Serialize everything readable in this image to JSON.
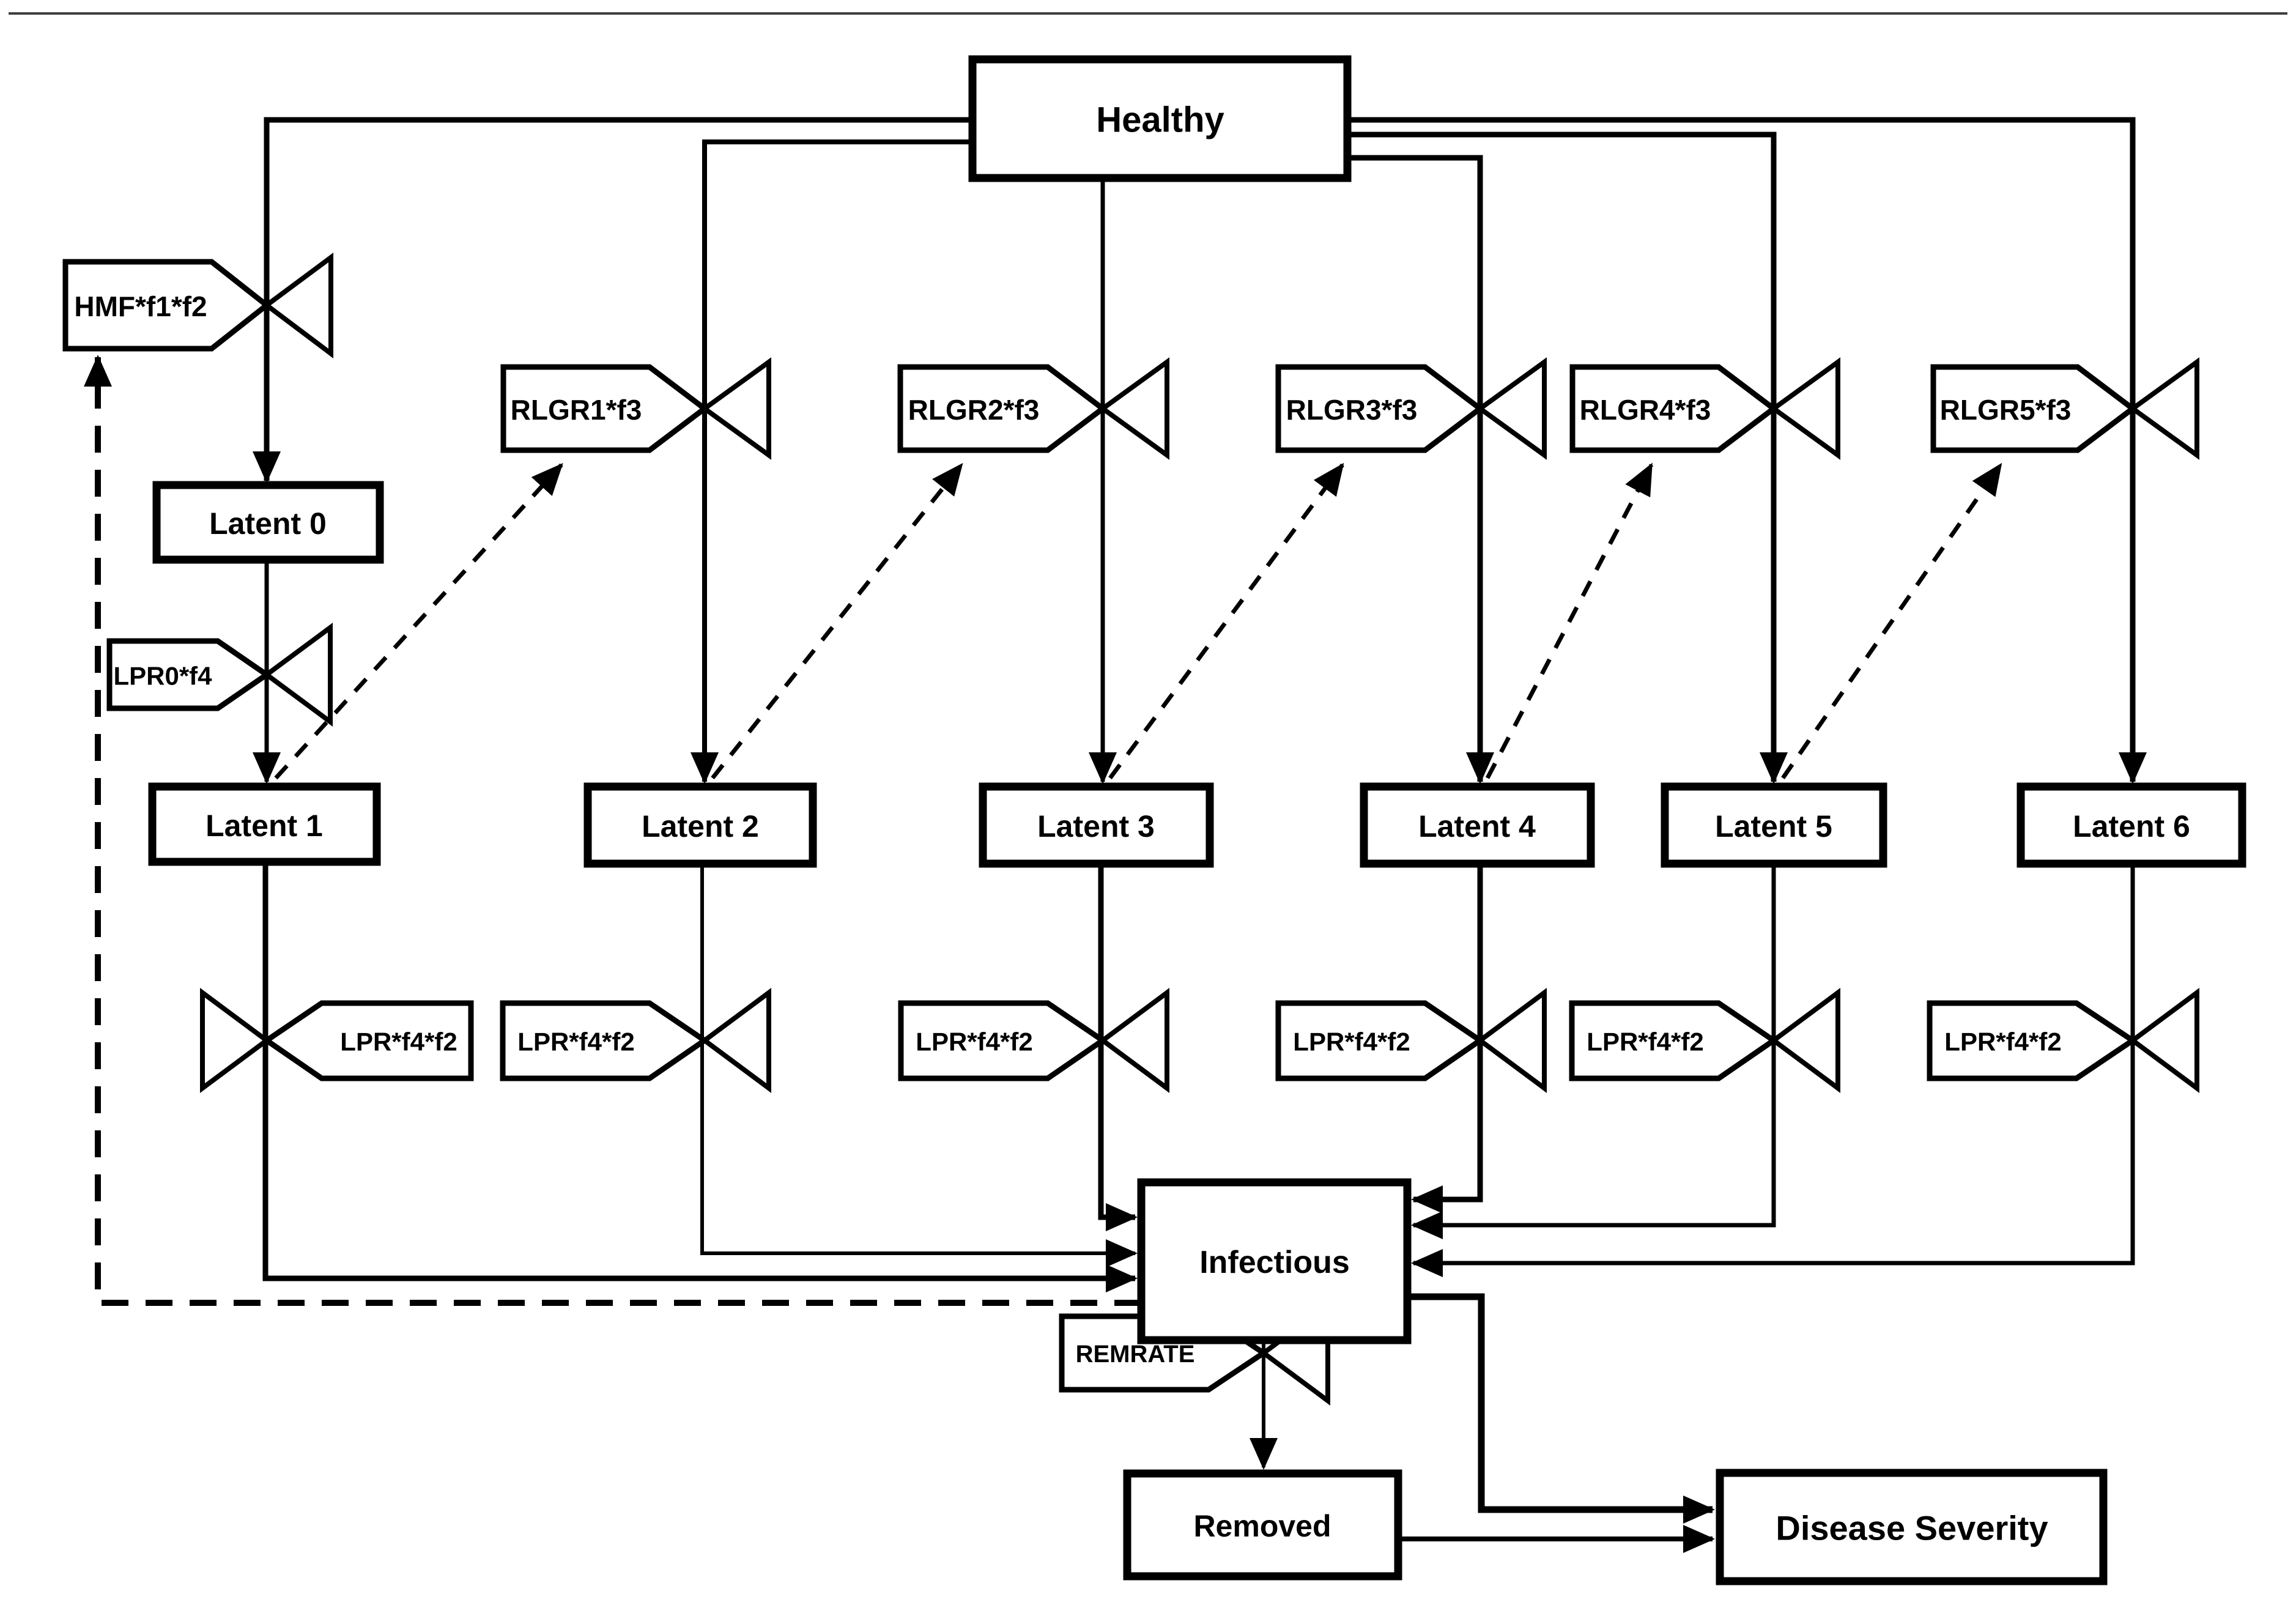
{
  "colors": {
    "ink": "#000000",
    "background": "#ffffff",
    "top_rule": "#3f3f3f"
  },
  "stocks": {
    "healthy": "Healthy",
    "latent0": "Latent 0",
    "latent1": "Latent 1",
    "latent2": "Latent 2",
    "latent3": "Latent 3",
    "latent4": "Latent 4",
    "latent5": "Latent 5",
    "latent6": "Latent 6",
    "infectious": "Infectious",
    "removed": "Removed",
    "disease_severity": "Disease Severity"
  },
  "valves": {
    "hmf": "HMF*f1*f2",
    "lpr0": "LPR0*f4",
    "lpr": "LPR*f4*f2",
    "remrate": "REMRATE",
    "rlgr1": "RLGR1*f3",
    "rlgr2": "RLGR2*f3",
    "rlgr3": "RLGR3*f3",
    "rlgr4": "RLGR4*f3",
    "rlgr5": "RLGR5*f3"
  }
}
